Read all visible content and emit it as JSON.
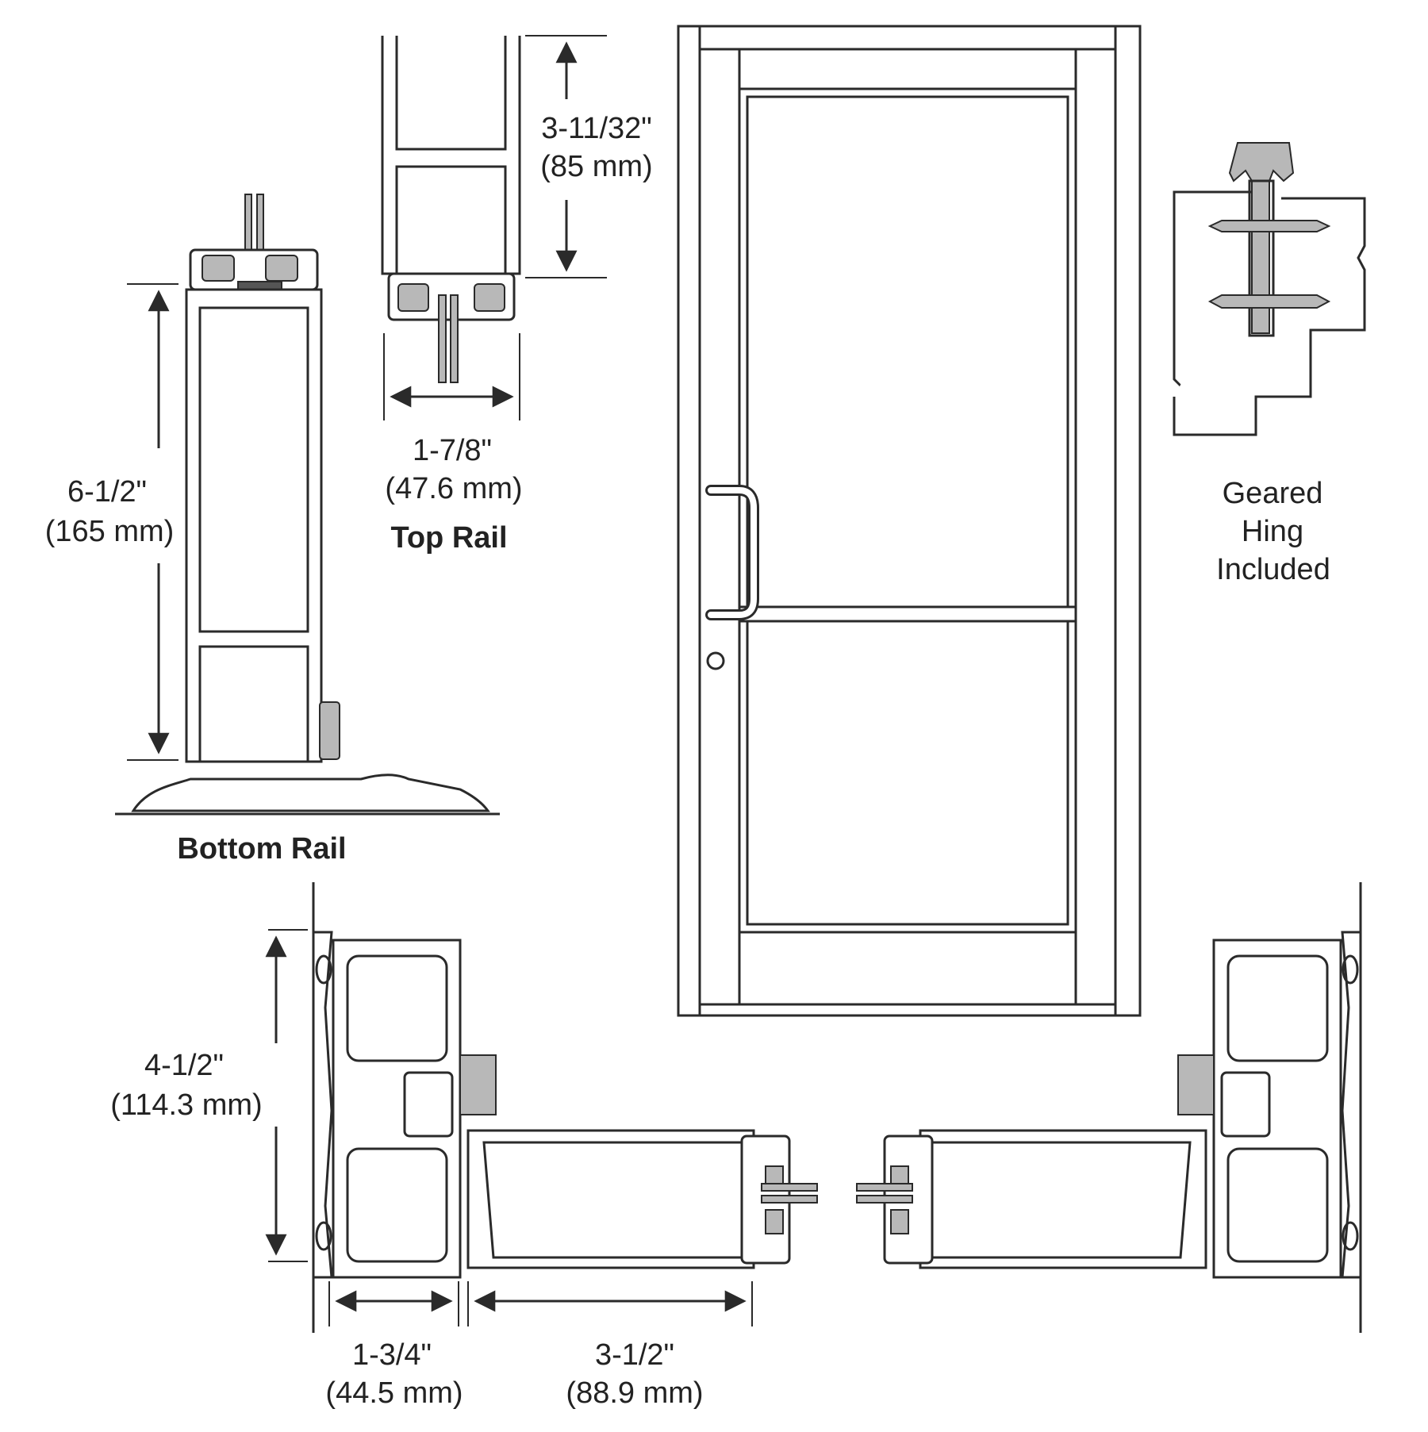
{
  "bottom_rail": {
    "caption": "Bottom Rail",
    "height_in": "6-1/2\"",
    "height_mm": "(165 mm)"
  },
  "top_rail": {
    "caption": "Top Rail",
    "height_in": "3-11/32\"",
    "height_mm": "(85 mm)",
    "width_in": "1-7/8\"",
    "width_mm": "(47.6 mm)"
  },
  "hinge": {
    "line1": "Geared",
    "line2": "Hing",
    "line3": "Included"
  },
  "plan_section": {
    "height_in": "4-1/2\"",
    "height_mm": "(114.3 mm)",
    "frame_depth_in": "1-3/4\"",
    "frame_depth_mm": "(44.5 mm)",
    "stile_in": "3-1/2\"",
    "stile_mm": "(88.9 mm)"
  }
}
